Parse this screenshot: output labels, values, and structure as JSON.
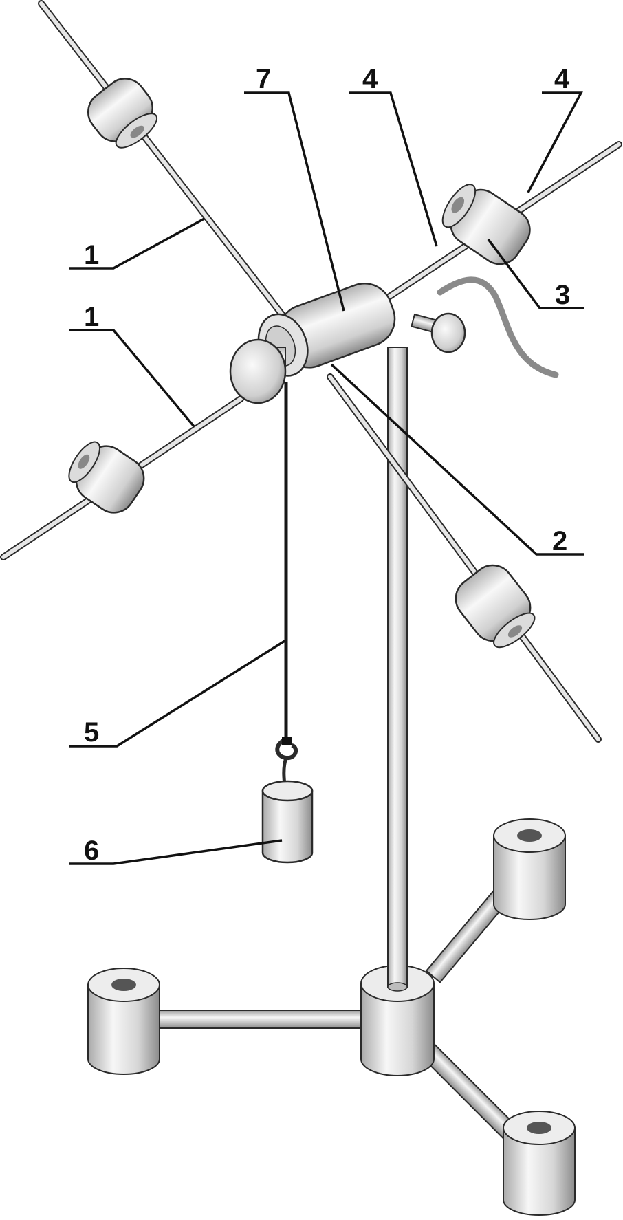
{
  "labels": {
    "rod_upper": "1",
    "rod_lower": "1",
    "pulley_axle": "2",
    "sliding_weight": "3",
    "weight_ring_left": "4",
    "weight_ring_right": "4",
    "thread": "5",
    "hanging_weight": "6",
    "crosspiece": "7"
  },
  "colors": {
    "metal_light": "#f4f4f4",
    "metal_mid": "#cfcfcf",
    "metal_dark": "#7a7a7a",
    "outline": "#2a2a2a",
    "thread": "#151515",
    "cable": "#8a8a8a"
  }
}
